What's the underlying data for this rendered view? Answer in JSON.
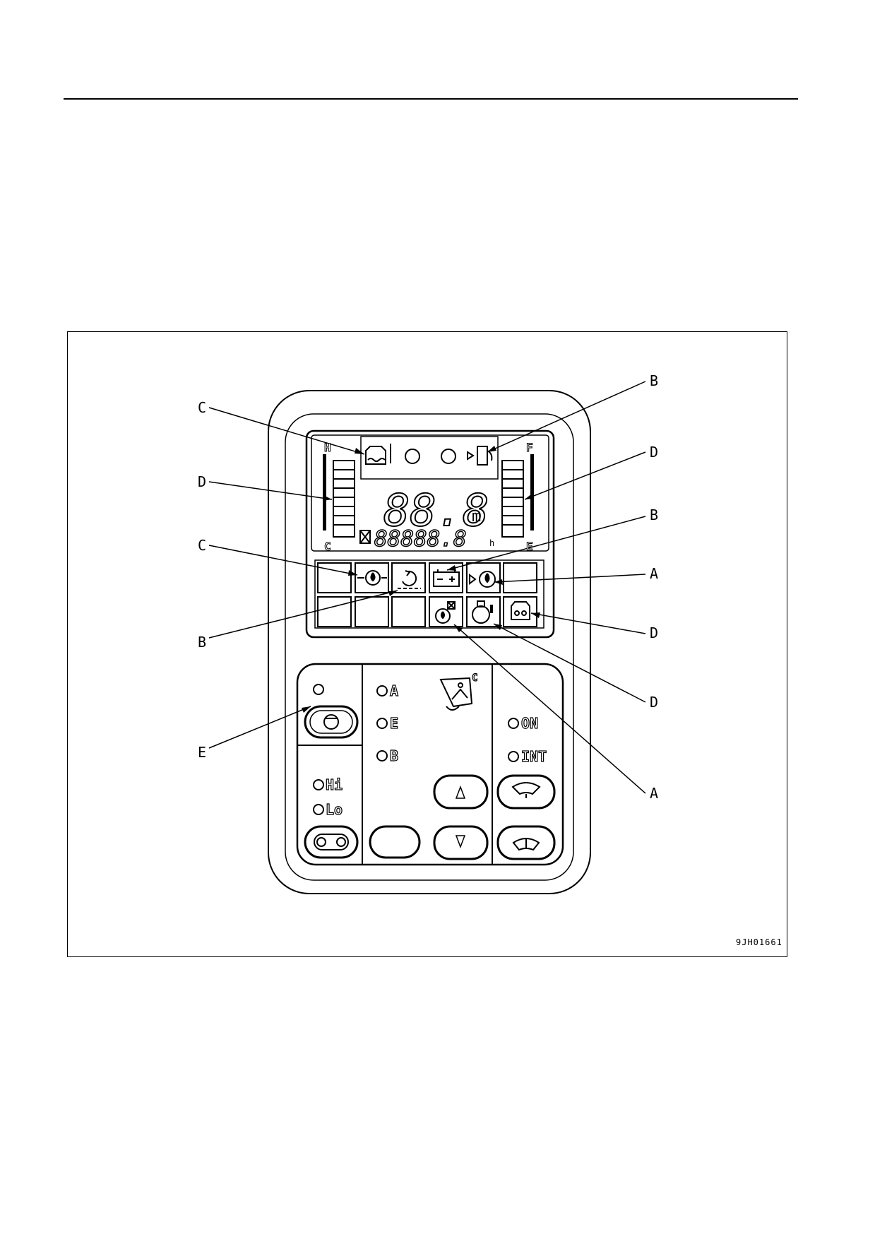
{
  "figure_id": "9JH01661",
  "callouts": [
    {
      "id": "callout-c-coolant-temp",
      "letter": "C"
    },
    {
      "id": "callout-d-coolant-gauge",
      "letter": "D"
    },
    {
      "id": "callout-c-oil-level",
      "letter": "C"
    },
    {
      "id": "callout-b-charge-air",
      "letter": "B"
    },
    {
      "id": "callout-b-fuel-level",
      "letter": "B"
    },
    {
      "id": "callout-d-fuel-gauge",
      "letter": "D"
    },
    {
      "id": "callout-b-charge",
      "letter": "B"
    },
    {
      "id": "callout-a-oil-pressure",
      "letter": "A"
    },
    {
      "id": "callout-d-preheat",
      "letter": "D"
    },
    {
      "id": "callout-d-hydraulic-oil",
      "letter": "D"
    },
    {
      "id": "callout-a-water-separator",
      "letter": "A"
    },
    {
      "id": "callout-e-swing-lock",
      "letter": "E"
    }
  ],
  "display": {
    "speed_digits": "88.8",
    "speed_unit": "m",
    "hour_digits": "88888.8",
    "hour_unit": "h",
    "gauge_left_top": "H",
    "gauge_left_bottom": "C",
    "gauge_right_top": "F",
    "gauge_right_bottom": "E"
  },
  "controls": {
    "mode_a": "A",
    "mode_e": "E",
    "mode_b": "B",
    "wiper_on": "ON",
    "wiper_int": "INT",
    "travel_hi": "Hi",
    "travel_lo": "Lo",
    "work_mode_tag": "C"
  }
}
